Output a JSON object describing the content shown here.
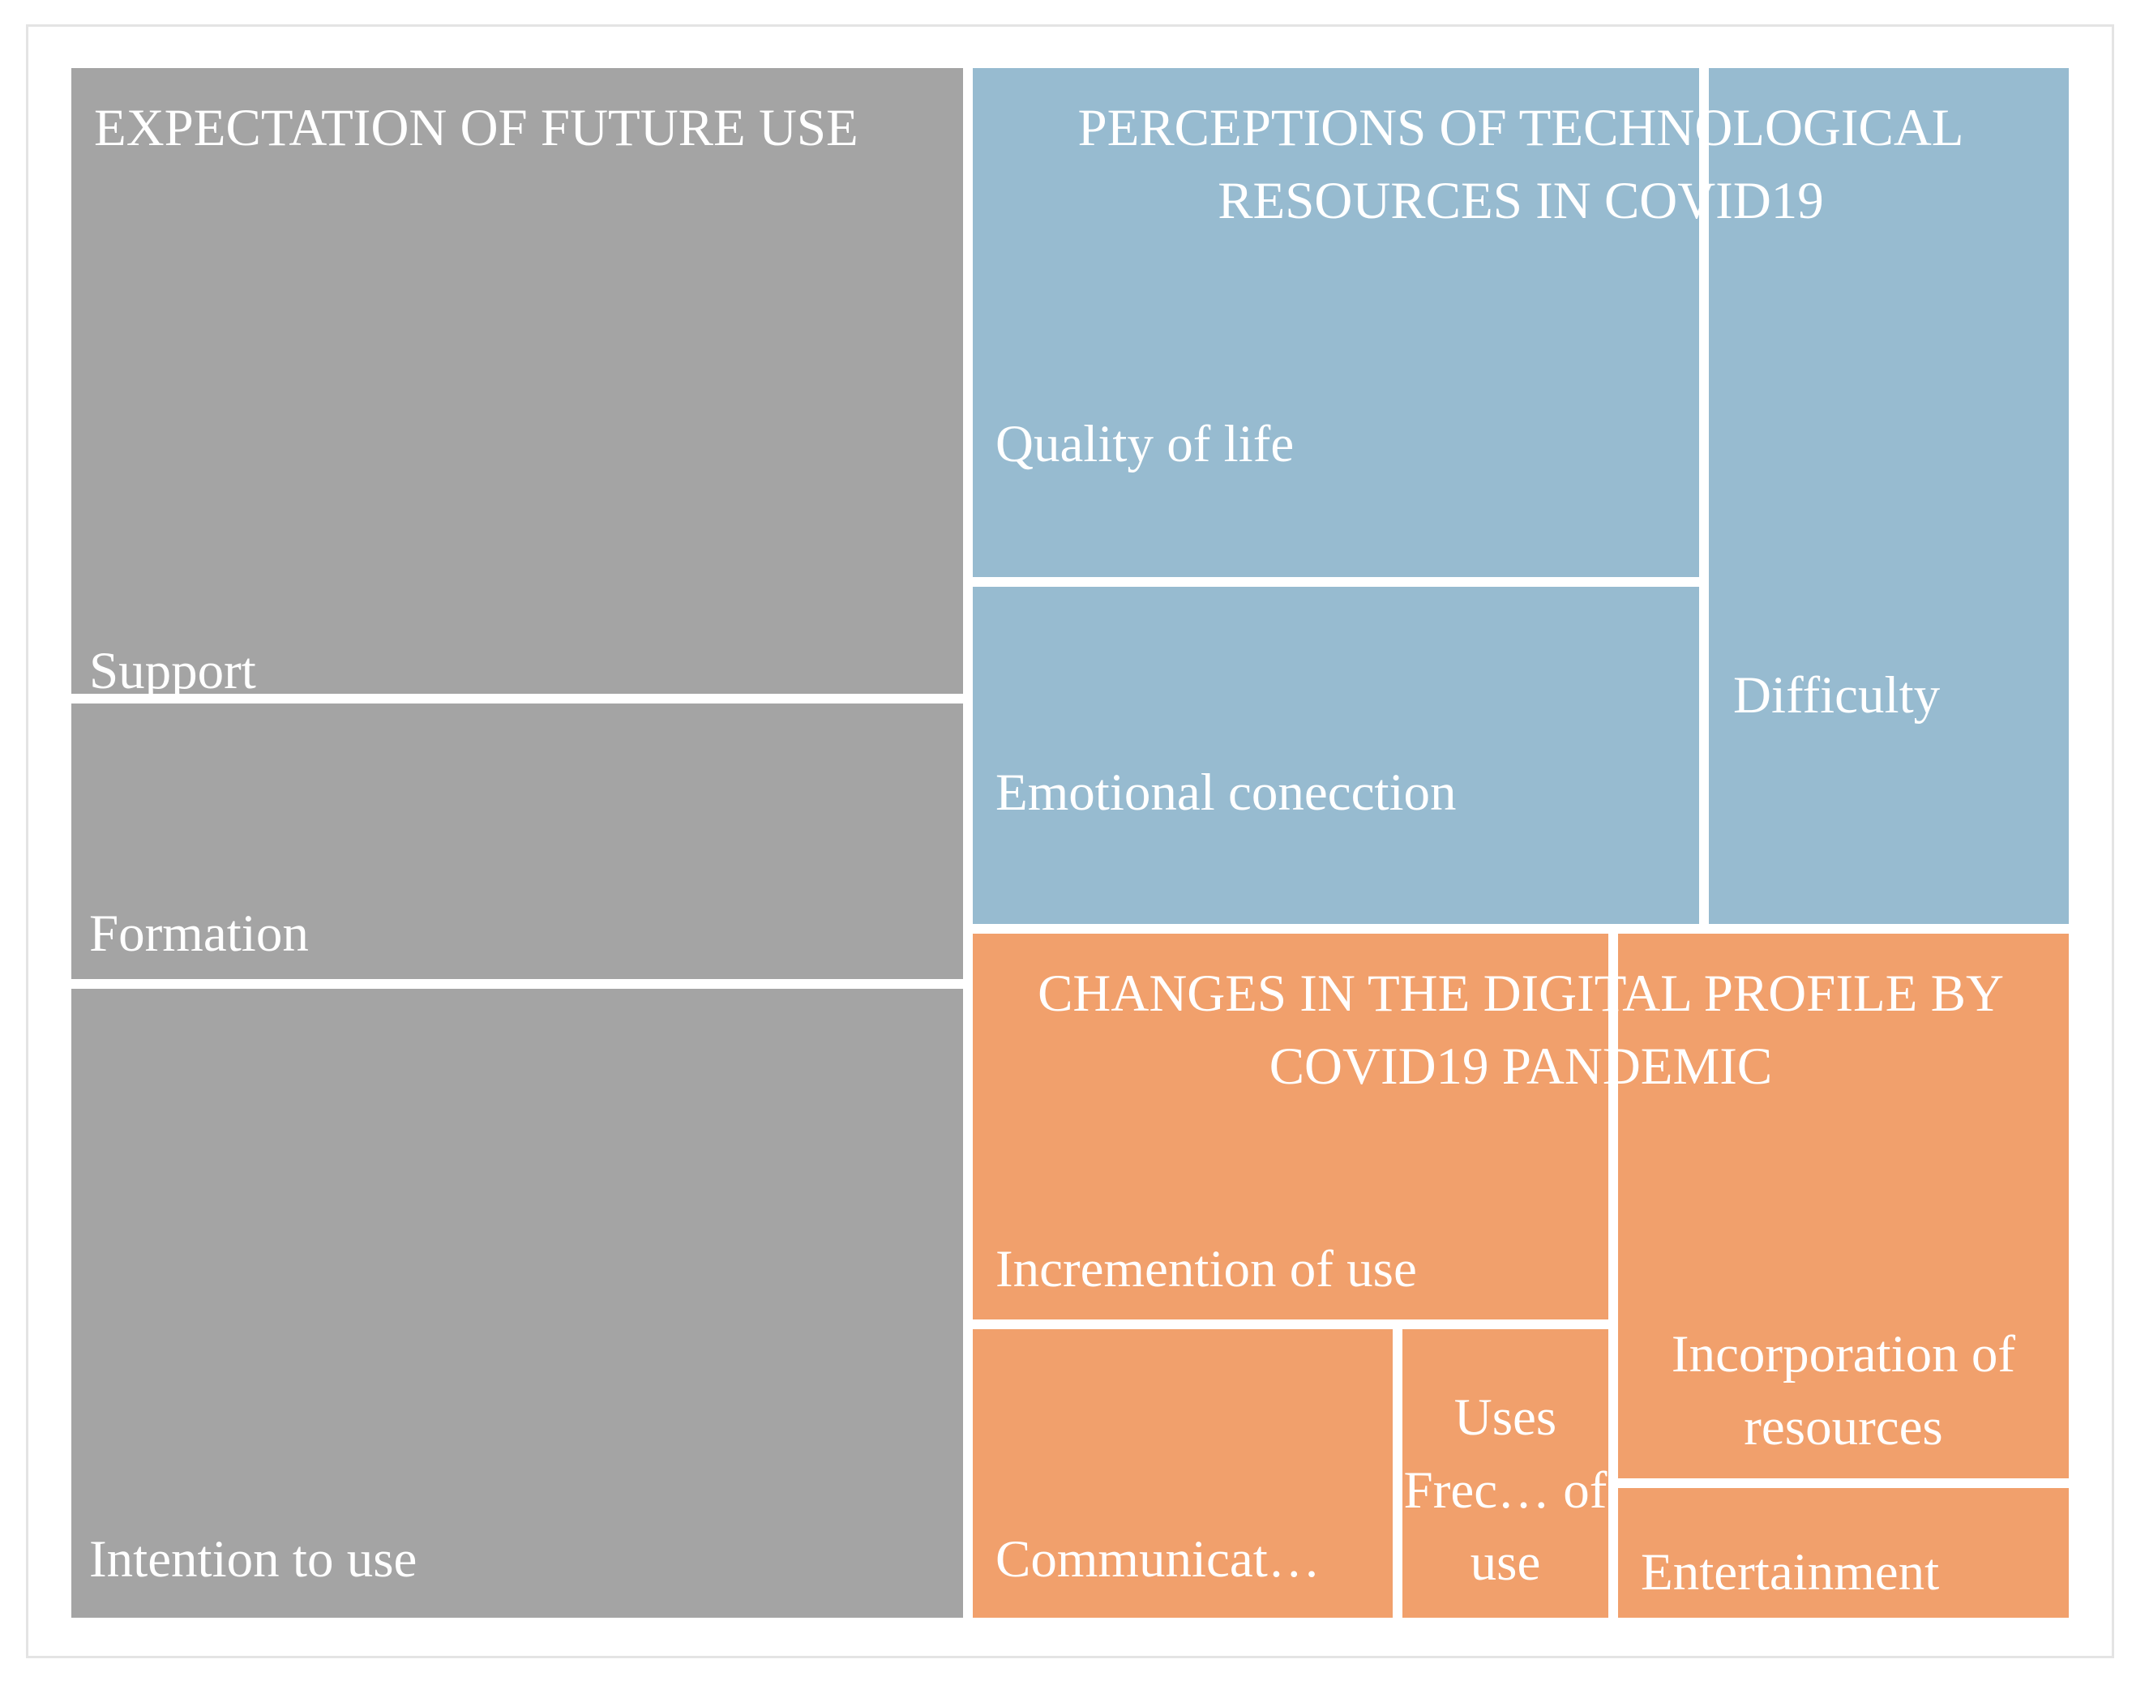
{
  "chart_data": {
    "type": "treemap",
    "colors": {
      "gray": "#a4a4a4",
      "blue": "#97bbd0",
      "orange": "#f1a06c"
    },
    "groups": [
      {
        "name": "EXPECTATION OF FUTURE USE",
        "color": "#a4a4a4",
        "children": [
          {
            "name": "Support"
          },
          {
            "name": "Formation"
          },
          {
            "name": "Intention to use"
          }
        ]
      },
      {
        "name": "PERCEPTIONS OF TECHNOLOGICAL RESOURCES IN COVID19",
        "color": "#97bbd0",
        "children": [
          {
            "name": "Quality of life"
          },
          {
            "name": "Emotional conecction"
          },
          {
            "name": "Difficulty"
          }
        ]
      },
      {
        "name": "CHANGES IN THE DIGITAL PROFILE BY COVID19 PANDEMIC",
        "color": "#f1a06c",
        "children": [
          {
            "name": "Incremention of use"
          },
          {
            "name": "Communicat…"
          },
          {
            "name": "Uses Frec… of use"
          },
          {
            "name": "Incorporation of resources"
          },
          {
            "name": "Entertainment"
          }
        ]
      }
    ]
  }
}
